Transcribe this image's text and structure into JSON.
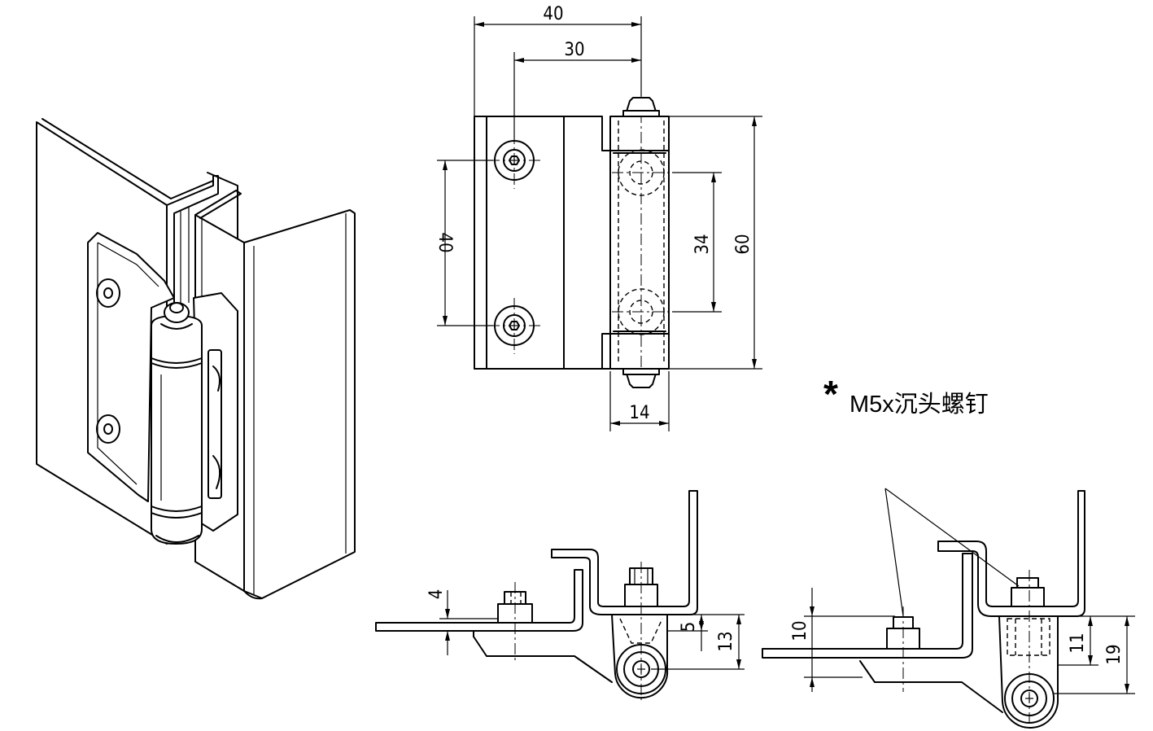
{
  "front_view": {
    "dim_overall_width": "40",
    "dim_hole_to_pin": "30",
    "dim_hole_spacing": "40",
    "dim_pin_hole_spacing": "34",
    "dim_height": "60",
    "dim_knuckle_width": "14"
  },
  "section_left": {
    "dim_offset": "4",
    "dim_gap": "5",
    "dim_depth": "13"
  },
  "section_right": {
    "dim_offset": "10",
    "dim_gap": "11",
    "dim_depth": "19"
  },
  "note": {
    "marker": "*",
    "text": "M5x沉头螺钉"
  }
}
